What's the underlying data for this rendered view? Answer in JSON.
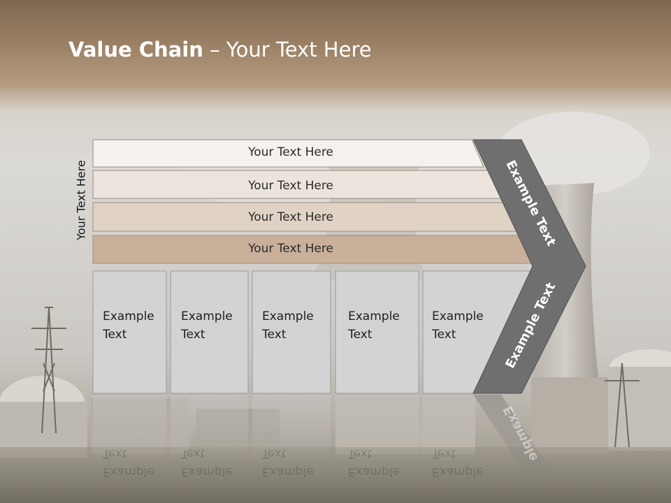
{
  "slide": {
    "title_bold": "Value Chain",
    "title_rest": " – Your Text Here",
    "vertical_label": "Your Text Here"
  },
  "rows": [
    {
      "label": "Your Text Here",
      "color": "#f4f1ee"
    },
    {
      "label": "Your Text Here",
      "color": "#ece4dc"
    },
    {
      "label": "Your Text Here",
      "color": "#e0d3c5"
    },
    {
      "label": "Your Text Here",
      "color": "#c9b09a"
    }
  ],
  "boxes": [
    {
      "line1": "Example",
      "line2": "Text"
    },
    {
      "line1": "Example",
      "line2": "Text"
    },
    {
      "line1": "Example",
      "line2": "Text"
    },
    {
      "line1": "Example",
      "line2": "Text"
    },
    {
      "line1": "Example",
      "line2": "Text"
    }
  ],
  "chevron": {
    "upper_text": "Example Text",
    "lower_text": "Example Text",
    "reflection_text": "Example",
    "color": "#6f6f6f"
  },
  "colors": {
    "box_fill": "#d3d3d3",
    "box_border": "#9a9a9a",
    "header_band": "#8c7256"
  }
}
